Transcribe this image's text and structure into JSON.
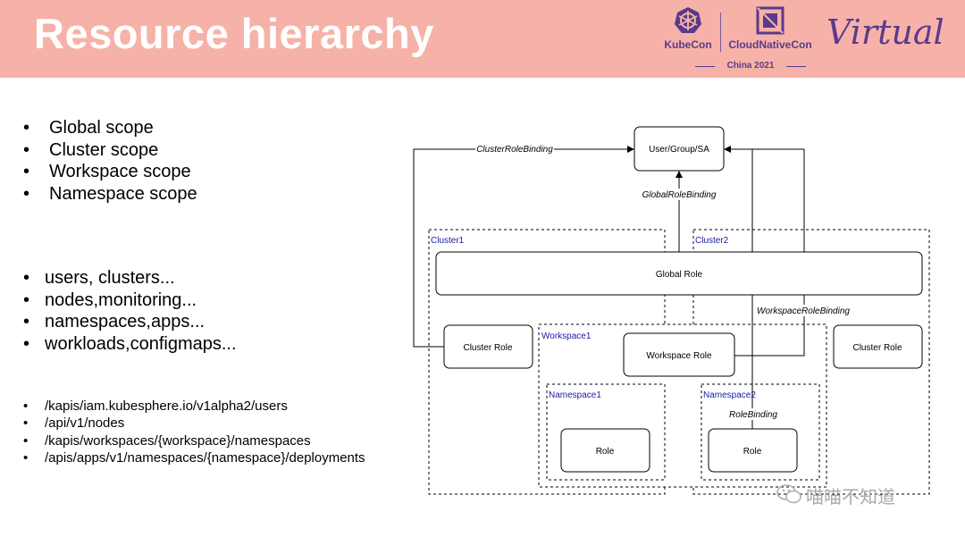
{
  "header": {
    "title": "Resource hierarchy",
    "kubecon_label": "KubeCon",
    "cloudnativecon_label": "CloudNativeCon",
    "event_label": "China 2021",
    "virtual_label": "Virtual",
    "colors": {
      "background": "#f6b2a8",
      "title": "#ffffff",
      "logo": "#5a3a8c"
    }
  },
  "scopes": [
    "Global scope",
    "Cluster scope",
    "Workspace scope",
    "Namespace scope"
  ],
  "resources": [
    "users, clusters...",
    "nodes,monitoring...",
    "namespaces,apps...",
    "workloads,configmaps..."
  ],
  "api_paths": [
    "/kapis/iam.kubesphere.io/v1alpha2/users",
    "/api/v1/nodes",
    "/kapis/workspaces/{workspace}/namespaces",
    "/apis/apps/v1/namespaces/{namespace}/deployments"
  ],
  "diagram": {
    "subject": "User/Group/SA",
    "global_role": "Global Role",
    "cluster1_label": "Cluster1",
    "cluster2_label": "Cluster2",
    "workspace1_label": "Workspace1",
    "namespace1_label": "Namespace1",
    "namespace2_label": "Namespace2",
    "cluster_role_left": "Cluster Role",
    "cluster_role_right": "Cluster Role",
    "workspace_role": "Workspace Role",
    "role_ns1": "Role",
    "role_ns2": "Role",
    "cluster_role_binding": "ClusterRoleBinding",
    "global_role_binding": "GlobalRoleBinding",
    "workspace_role_binding": "WorkspaceRoleBinding",
    "role_binding": "RoleBinding",
    "colors": {
      "container_label": "#1a1aa6",
      "line": "#000000"
    }
  },
  "watermark": "喵喵不知道"
}
